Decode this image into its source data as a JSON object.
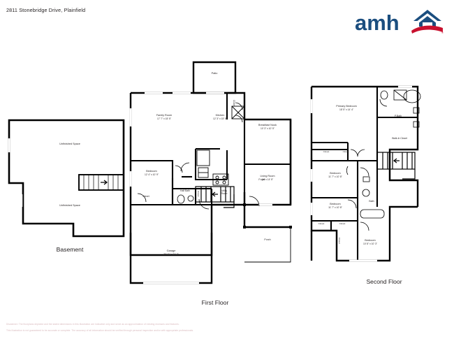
{
  "header": {
    "address_title": "2811 Stonebridge Drive, Plainfield",
    "logo": {
      "wordmark": "amh",
      "icon_name": "house-roof-icon",
      "blue": "#1b4e7f",
      "red": "#c8102e"
    }
  },
  "floors": [
    {
      "id": "basement",
      "title": "Basement",
      "rooms": [
        {
          "name": "Unfinished Space",
          "dims": ""
        },
        {
          "name": "Unfinished Space",
          "dims": ""
        }
      ],
      "stairs": [
        {
          "name": "basement-stairs",
          "direction": "right"
        }
      ]
    },
    {
      "id": "first-floor",
      "title": "First Floor",
      "rooms": [
        {
          "name": "Patio",
          "dims": ""
        },
        {
          "name": "Family Room",
          "dims": "17' 7\" x 15' 5\""
        },
        {
          "name": "Kitchen",
          "dims": "12' 3\" x 15' 5\""
        },
        {
          "name": "Closet",
          "dims": ""
        },
        {
          "name": "Breakfast Nook",
          "dims": "10' 3\" x 10' 5\""
        },
        {
          "name": "Living Room",
          "dims": "14' x 14' 5\""
        },
        {
          "name": "Bedroom",
          "dims": "12' 4\" x 10' 9\""
        },
        {
          "name": "Closet",
          "dims": ""
        },
        {
          "name": "Half Bath",
          "dims": ""
        },
        {
          "name": "Closet",
          "dims": ""
        },
        {
          "name": "Utility Room",
          "dims": ""
        },
        {
          "name": "Foyer",
          "dims": ""
        },
        {
          "name": "Porch",
          "dims": ""
        },
        {
          "name": "Garage",
          "dims": "20' 11\" x 21' 2\""
        }
      ],
      "stairs": [
        {
          "name": "first-floor-stairs",
          "direction": "left"
        }
      ]
    },
    {
      "id": "second-floor",
      "title": "Second Floor",
      "rooms": [
        {
          "name": "Primary Bedroom",
          "dims": "18' 5\" x 14' 4\""
        },
        {
          "name": "P.Bath",
          "dims": ""
        },
        {
          "name": "Walk-In Closet",
          "dims": ""
        },
        {
          "name": "Closet",
          "dims": ""
        },
        {
          "name": "Closet",
          "dims": ""
        },
        {
          "name": "Bedroom",
          "dims": "11' 7\" x 10' 8\""
        },
        {
          "name": "Bedroom",
          "dims": "11' 7\" x 10' 8\""
        },
        {
          "name": "Bath",
          "dims": ""
        },
        {
          "name": "Closet",
          "dims": ""
        },
        {
          "name": "Closet",
          "dims": ""
        },
        {
          "name": "Closet",
          "dims": ""
        },
        {
          "name": "Bedroom",
          "dims": "10' 8\" x 10' 3\""
        }
      ],
      "stairs": [
        {
          "name": "second-floor-stairs",
          "direction": "left"
        }
      ]
    }
  ],
  "labels": {
    "basement_unfinished_1": "Unfinished Space",
    "basement_unfinished_2": "Unfinished Space",
    "basement_title": "Basement",
    "patio": "Patio",
    "family_room": "Family Room",
    "family_room_dims": "17' 7\" x 15' 5\"",
    "kitchen": "Kitchen",
    "kitchen_dims": "12' 3\" x 15' 5\"",
    "closet_kitchen": "Closet",
    "breakfast_nook": "Breakfast Nook",
    "breakfast_nook_dims": "10' 3\" x 10' 5\"",
    "living_room": "Living Room",
    "living_room_dims": "14' x 14' 5\"",
    "ff_bedroom": "Bedroom",
    "ff_bedroom_dims": "12' 4\" x 10' 9\"",
    "ff_closet": "Closet",
    "half_bath": "Half Bath",
    "ff_closet2": "Closet",
    "utility_room_l1": "Utility",
    "utility_room_l2": "Room",
    "foyer": "Foyer",
    "porch": "Porch",
    "garage": "Garage",
    "garage_dims": "20' 11\" x 21' 2\"",
    "first_floor_title": "First Floor",
    "primary_bedroom": "Primary Bedroom",
    "primary_bedroom_dims": "18' 5\" x 14' 4\"",
    "p_bath": "P.Bath",
    "walk_in_closet": "Walk-In Closet",
    "sf_closet_a": "Closet",
    "sf_closet_b": "Closet",
    "sf_bedroom_1": "Bedroom",
    "sf_bedroom_1_dims": "11' 7\" x 10' 8\"",
    "sf_bedroom_2": "Bedroom",
    "sf_bedroom_2_dims": "11' 7\" x 10' 8\"",
    "sf_bath": "Bath",
    "sf_closet_c": "Closet",
    "sf_closet_d": "Closet",
    "sf_closet_e": "Closet",
    "sf_bedroom_3": "Bedroom",
    "sf_bedroom_3_dims": "10' 8\" x 10' 3\"",
    "second_floor_title": "Second Floor"
  },
  "footer": {
    "line1": "Disclaimer: The floorplans depicted and the stated dimensions in this illustration are indicative only and serve as an approximation of existing recesses and features.",
    "line2": "This illustration is not guaranteed to be accurate or complete. The accuracy of all information should be verified through personal inspection and/or with appropriate professionals."
  }
}
